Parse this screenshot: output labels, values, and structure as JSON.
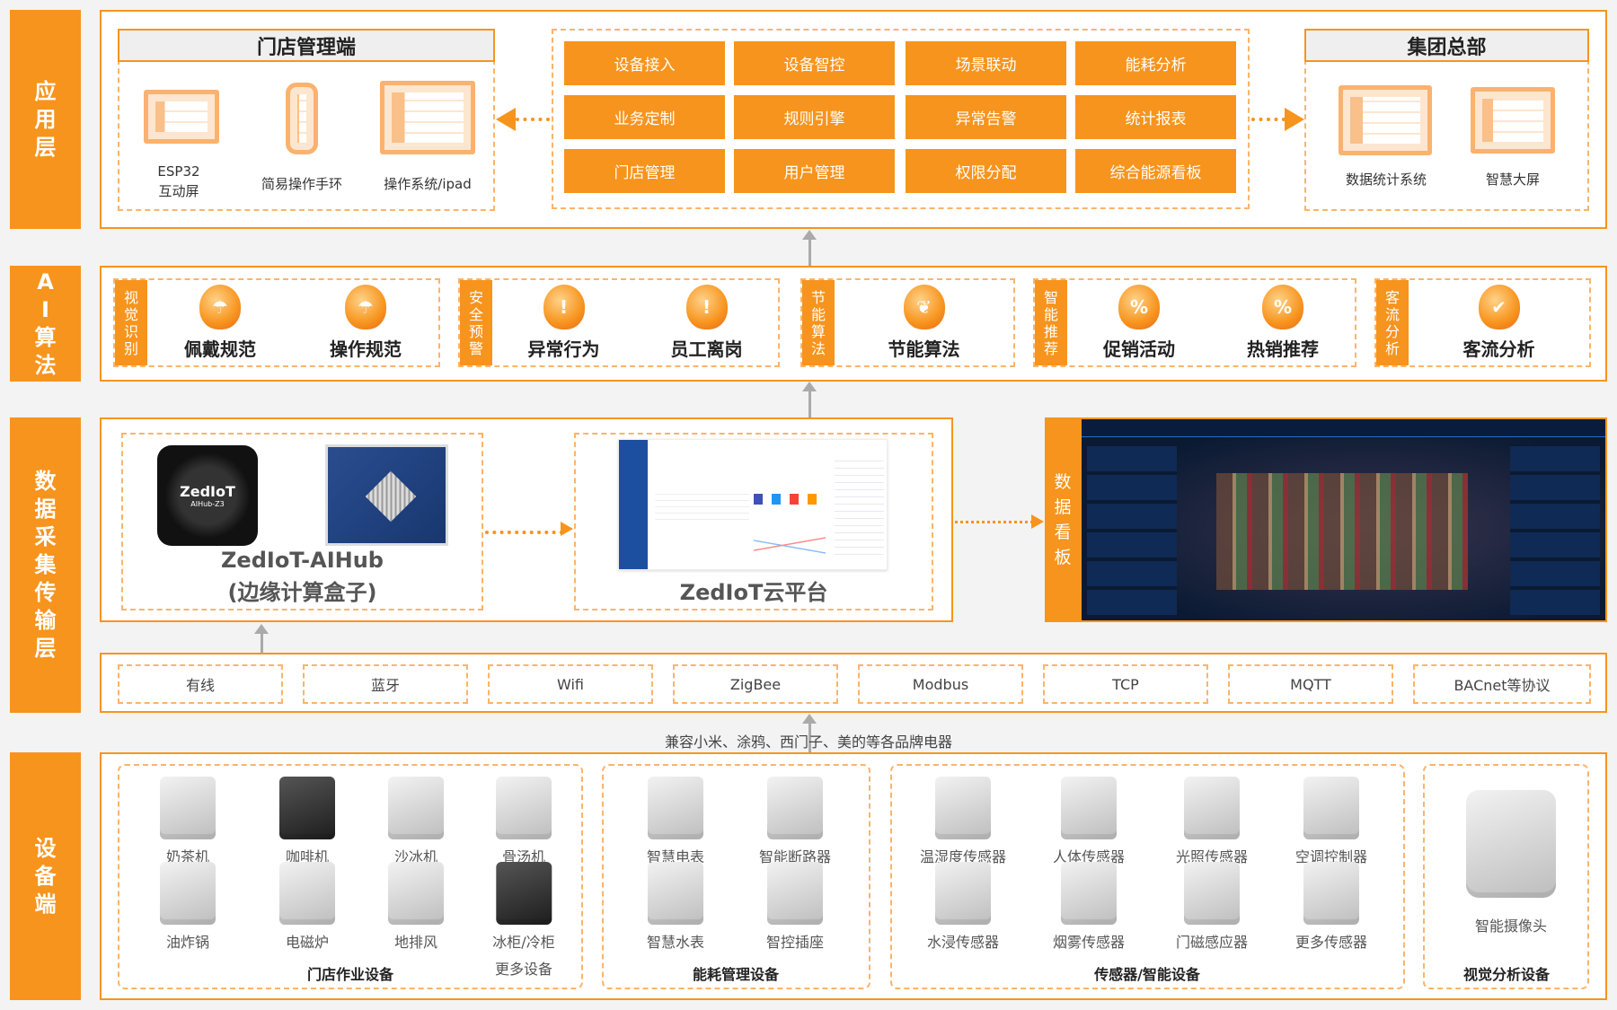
{
  "layers": {
    "app": "应用层",
    "ai": "AI算法",
    "data": "数据采集传输层",
    "device": "设备端"
  },
  "app": {
    "store_title": "门店管理端",
    "store_items": [
      {
        "label": "ESP32\n互动屏",
        "l1": "ESP32",
        "l2": "互动屏"
      },
      {
        "label": "简易操作手环"
      },
      {
        "label": "操作系统/ipad"
      }
    ],
    "functions": [
      "设备接入",
      "设备智控",
      "场景联动",
      "能耗分析",
      "业务定制",
      "规则引擎",
      "异常告警",
      "统计报表",
      "门店管理",
      "用户管理",
      "权限分配",
      "综合能源看板"
    ],
    "hq_title": "集团总部",
    "hq_items": [
      "数据统计系统",
      "智慧大屏"
    ]
  },
  "ai": {
    "groups": [
      {
        "label": "视觉识别",
        "items": [
          "佩戴规范",
          "操作规范"
        ]
      },
      {
        "label": "安全预警",
        "items": [
          "异常行为",
          "员工离岗"
        ]
      },
      {
        "label": "节能算法",
        "items": [
          "节能算法"
        ]
      },
      {
        "label": "智能推荐",
        "items": [
          "促销活动",
          "热销推荐"
        ]
      },
      {
        "label": "客流分析",
        "items": [
          "客流分析"
        ]
      }
    ]
  },
  "data": {
    "aihub_brand": "ZedIoT",
    "aihub_model": "AIHub-Z3",
    "aihub_title": "ZedIoT-AIHub",
    "aihub_sub": "(边缘计算盒子)",
    "cloud_title": "ZedIoT云平台",
    "dashboard_label": "数据看板",
    "protocols": [
      "有线",
      "蓝牙",
      "Wifi",
      "ZigBee",
      "Modbus",
      "TCP",
      "MQTT",
      "BACnet等协议"
    ],
    "compat_note": "兼容小米、涂鸦、西门子、美的等各品牌电器"
  },
  "devices": {
    "store_ops": {
      "title": "门店作业设备",
      "items": [
        "奶茶机",
        "咖啡机",
        "沙冰机",
        "骨汤机",
        "油炸锅",
        "电磁炉",
        "地排风",
        "冰柜/冷柜"
      ],
      "more": "更多设备"
    },
    "energy": {
      "title": "能耗管理设备",
      "items": [
        "智慧电表",
        "智能断路器",
        "智慧水表",
        "智控插座"
      ]
    },
    "sensors": {
      "title": "传感器/智能设备",
      "items": [
        "温湿度传感器",
        "人体传感器",
        "光照传感器",
        "空调控制器",
        "水浸传感器",
        "烟雾传感器",
        "门磁感应器",
        "更多传感器"
      ]
    },
    "vision": {
      "title": "视觉分析设备",
      "items": [
        "智能摄像头"
      ]
    }
  },
  "colors": {
    "accent": "#f7941d",
    "dash": "#fbb46a",
    "bg": "#f3f3f3"
  }
}
